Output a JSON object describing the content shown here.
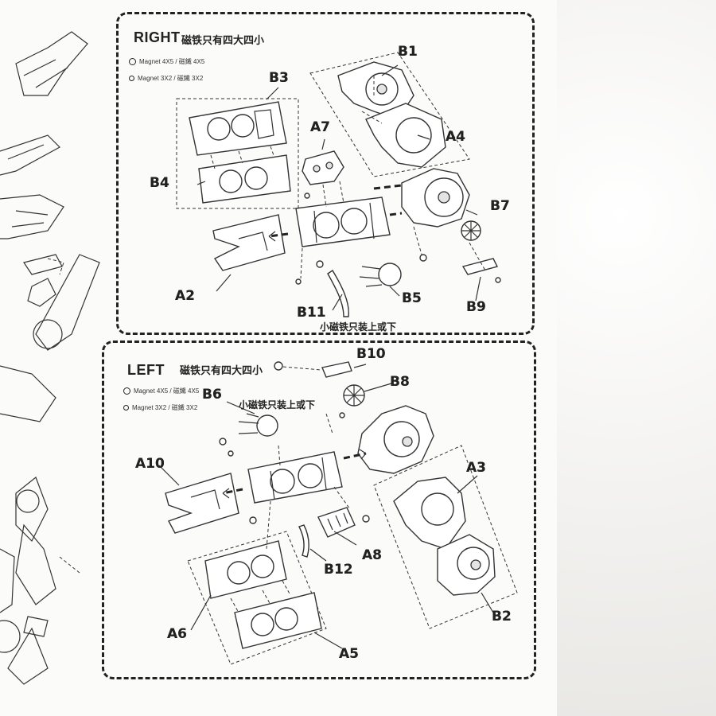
{
  "right_panel": {
    "title": "RIGHT",
    "title_cn": "磁铁只有四大四小",
    "legend": [
      {
        "text": "Magnet 4X5 / 磁鐵 4X5"
      },
      {
        "text": "Magnet 3X2 / 磁鐵 3X2"
      }
    ],
    "note": "小磁铁只装上或下",
    "parts": [
      "B1",
      "B3",
      "A7",
      "A4",
      "B4",
      "B7",
      "A2",
      "B11",
      "B5",
      "B9"
    ]
  },
  "left_panel": {
    "title": "LEFT",
    "title_cn": "磁铁只有四大四小",
    "legend": [
      {
        "text": "Magnet 4X5 / 磁鐵 4X5"
      },
      {
        "text": "Magnet 3X2 / 磁鐵 3X2"
      }
    ],
    "note": "小磁铁只装上或下",
    "parts": [
      "B10",
      "B8",
      "B6",
      "A10",
      "A3",
      "B12",
      "A8",
      "A6",
      "A5",
      "B2"
    ]
  },
  "colors": {
    "ink": "#222222",
    "paper": "#fbfbfa",
    "background": "#f1f0ee"
  }
}
